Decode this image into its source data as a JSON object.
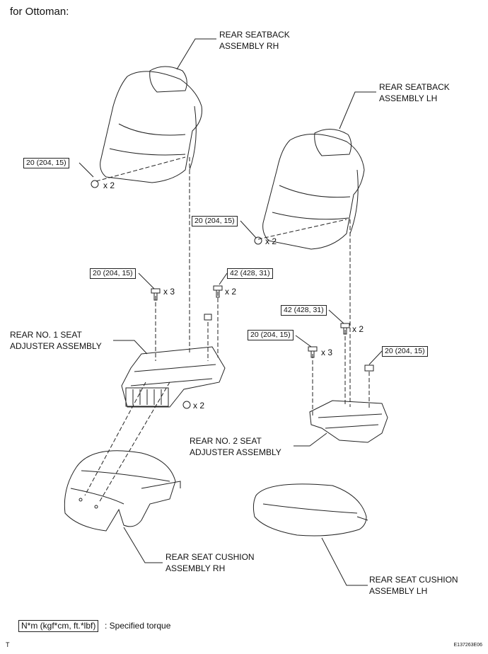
{
  "heading": "for Ottoman:",
  "parts": {
    "seatback_rh": [
      "REAR SEATBACK",
      "ASSEMBLY RH"
    ],
    "seatback_lh": [
      "REAR SEATBACK",
      "ASSEMBLY LH"
    ],
    "adjuster_1": [
      "REAR NO. 1 SEAT",
      "ADJUSTER ASSEMBLY"
    ],
    "adjuster_2": [
      "REAR NO. 2 SEAT",
      "ADJUSTER ASSEMBLY"
    ],
    "cushion_rh": [
      "REAR SEAT CUSHION",
      "ASSEMBLY RH"
    ],
    "cushion_lh": [
      "REAR SEAT CUSHION",
      "ASSEMBLY LH"
    ]
  },
  "torques": {
    "t1": "20 (204, 15)",
    "t2": "20 (204, 15)",
    "t3": "20 (204, 15)",
    "t4": "42 (428, 31)",
    "t5": "42 (428, 31)",
    "t6": "20 (204, 15)",
    "t7": "20 (204, 15)"
  },
  "quantities": {
    "q1": "x 2",
    "q2": "x 2",
    "q3": "x 3",
    "q4": "x 2",
    "q5": "x 2",
    "q6": "x 2",
    "q7": "x 3"
  },
  "legend": {
    "unit_box": "N*m (kgf*cm, ft.*lbf)",
    "description": ": Specified torque"
  },
  "corner_mark": "T",
  "figure_code": "E137263E06"
}
